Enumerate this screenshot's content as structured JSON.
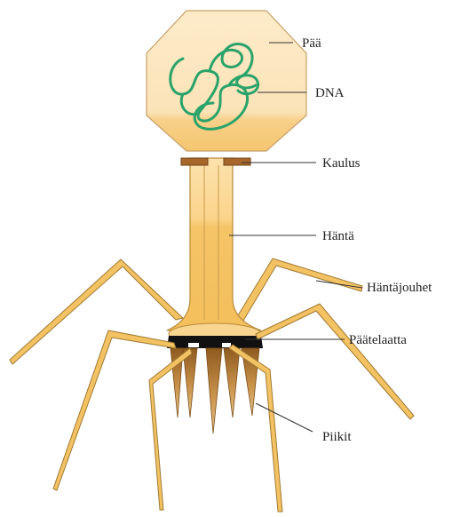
{
  "labels": {
    "head": "Pää",
    "dna": "DNA",
    "collar": "Kaulus",
    "tail": "Häntä",
    "tail_fibers": "Häntäjouhet",
    "baseplate": "Päätelaatta",
    "spikes": "Piikit"
  },
  "colors": {
    "capsid_fill": "#fbe3b8",
    "capsid_fill_lower": "#f9d89a",
    "capsid_stroke": "#c8a06a",
    "dna": "#2aa36a",
    "tail_fill": "#f7c766",
    "tail_stroke": "#b88a3a",
    "collar": "#a8672a",
    "baseplate_band": "#111111",
    "spike": "#b07a30",
    "fiber": "#f2bf5c",
    "fiber_stroke": "#a07a34"
  }
}
